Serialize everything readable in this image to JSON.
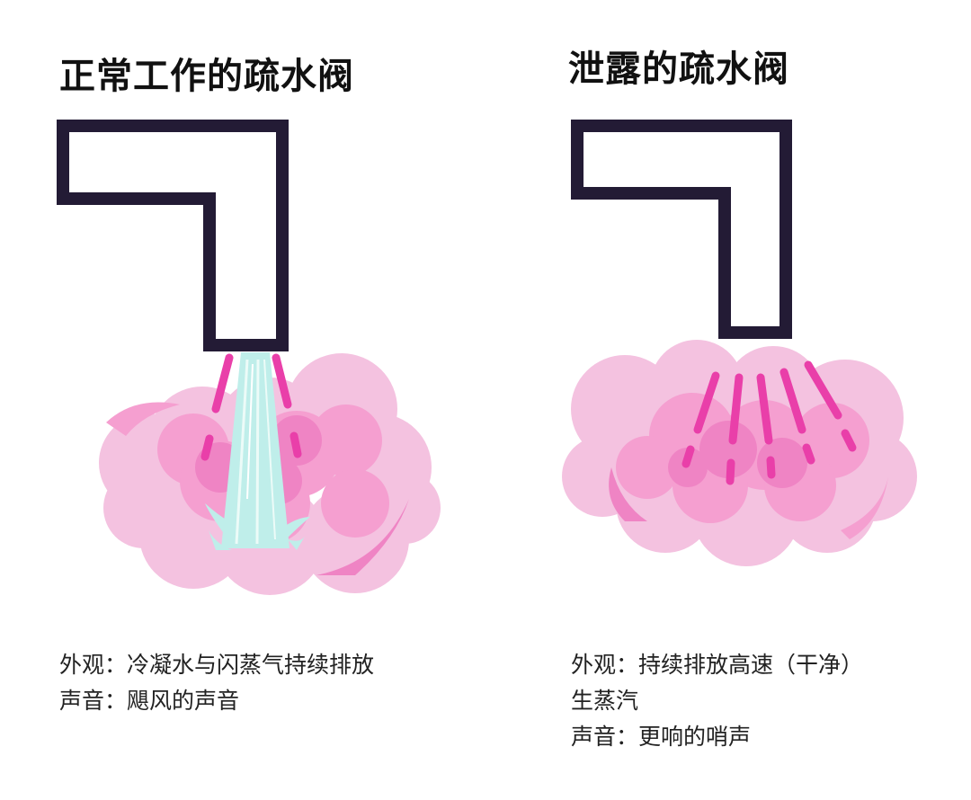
{
  "colors": {
    "pipe_outline": "#231b35",
    "cloud_light": "#f4c2e0",
    "cloud_mid": "#f59fd0",
    "cloud_dark": "#ef84c4",
    "streak": "#e93fa9",
    "water": "#bfeeea",
    "water_highlight": "#ecfbf8"
  },
  "panels": [
    {
      "title": "正常工作的疏水阀",
      "appearance": "外观：冷凝水与闪蒸气持续排放",
      "sound": "声音：飓风的声音",
      "icons": [
        "pipe-elbow-icon",
        "flash-steam-cloud-icon",
        "condensate-stream-icon"
      ]
    },
    {
      "title": "泄露的疏水阀",
      "appearance_line1": "外观：持续排放高速（干净）",
      "appearance_line2": "生蒸汽",
      "sound": "声音：更响的哨声",
      "icons": [
        "pipe-elbow-icon",
        "live-steam-cloud-icon"
      ]
    }
  ]
}
